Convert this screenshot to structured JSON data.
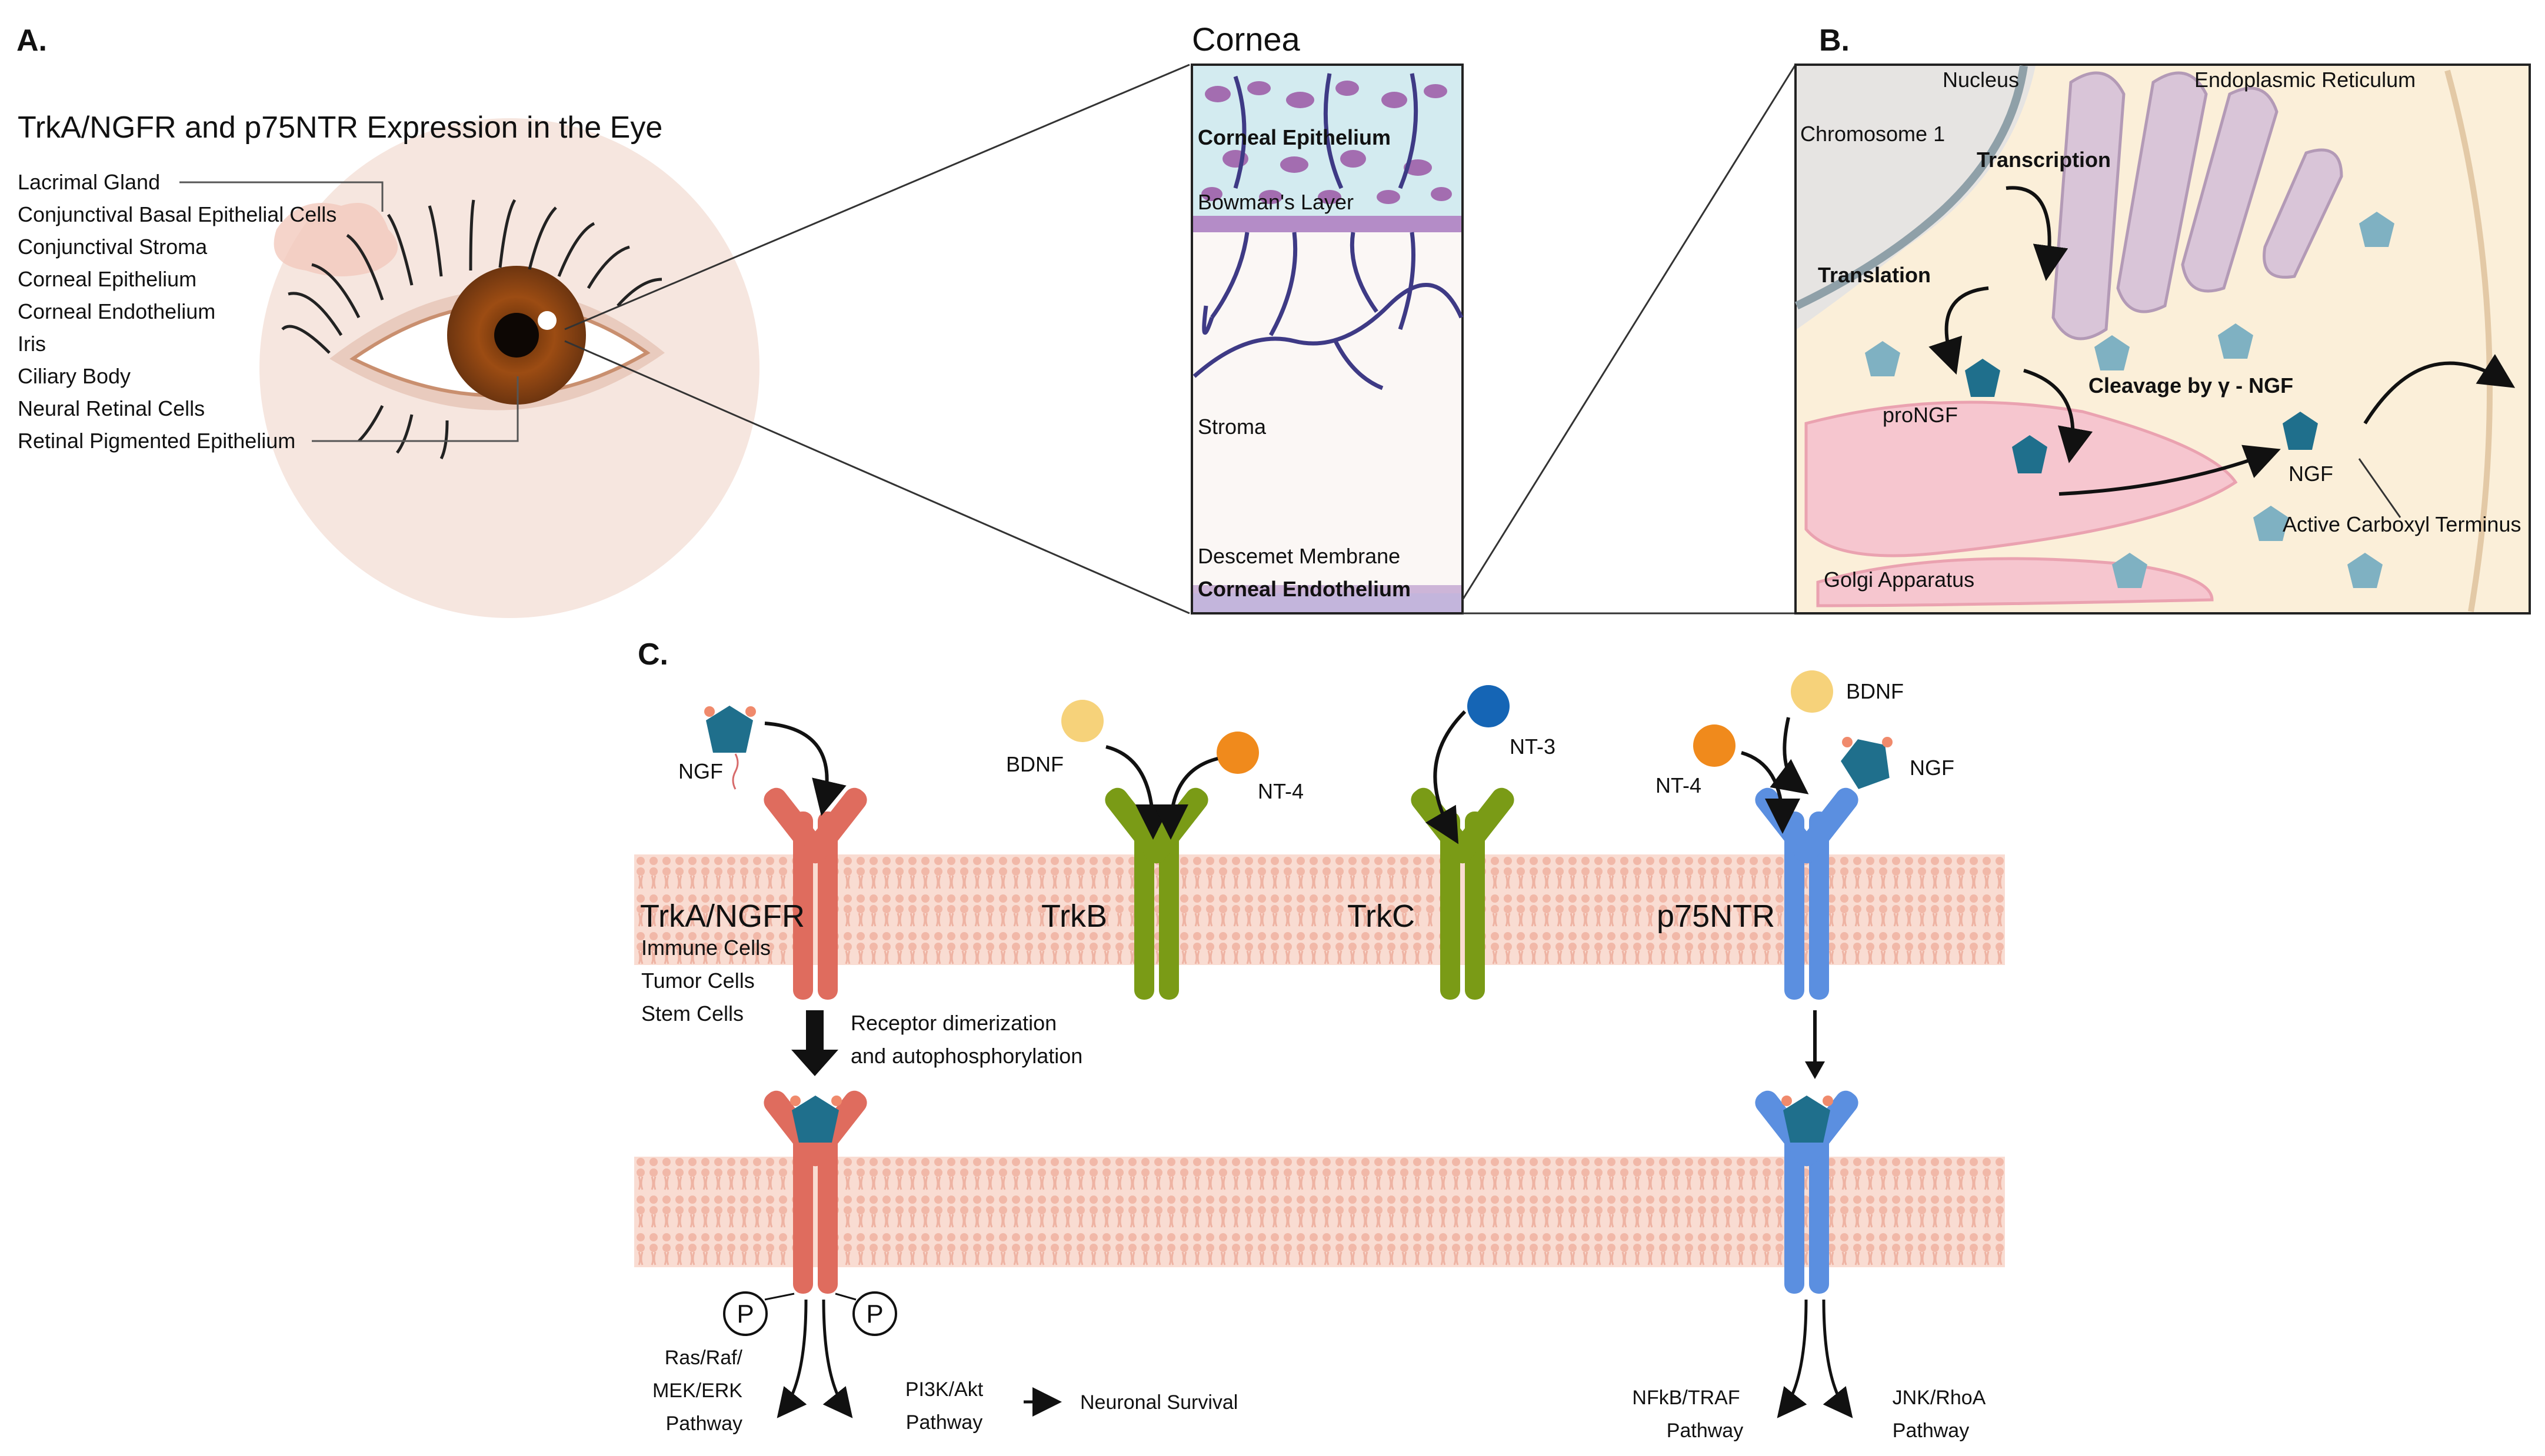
{
  "panel_a": {
    "letter": "A.",
    "title": "TrkA/NGFR and p75NTR Expression in the Eye",
    "tissues": [
      "Lacrimal Gland",
      "Conjunctival Basal Epithelial Cells",
      "Conjunctival Stroma",
      "Corneal Epithelium",
      "Corneal Endothelium",
      "Iris",
      "Ciliary Body",
      "Neural Retinal Cells",
      "Retinal Pigmented Epithelium"
    ]
  },
  "cornea": {
    "title": "Cornea",
    "layers": {
      "epithelium": "Corneal Epithelium",
      "bowman": "Bowman's Layer",
      "stroma": "Stroma",
      "descemet": "Descemet Membrane",
      "endothelium": "Corneal Endothelium"
    }
  },
  "panel_b": {
    "letter": "B.",
    "labels": {
      "nucleus": "Nucleus",
      "er": "Endoplasmic Reticulum",
      "chromosome": "Chromosome 1",
      "transcription": "Transcription",
      "translation": "Translation",
      "cleavage": "Cleavage by γ - NGF",
      "prongf": "proNGF",
      "ngf": "NGF",
      "active": "Active Carboxyl Terminus",
      "golgi": "Golgi Apparatus"
    }
  },
  "panel_c": {
    "letter": "C.",
    "ligands": {
      "ngf": "NGF",
      "bdnf": "BDNF",
      "nt4": "NT-4",
      "nt3": "NT-3"
    },
    "receptors": {
      "trka": "TrkA/NGFR",
      "trkb": "TrkB",
      "trkc": "TrkC",
      "p75": "p75NTR"
    },
    "cells": [
      "Immune Cells",
      "Tumor Cells",
      "Stem Cells"
    ],
    "dimerization": [
      "Receptor dimerization",
      "and autophosphorylation"
    ],
    "phospho": "P",
    "pathways": {
      "ras": [
        "Ras/Raf/",
        "MEK/ERK",
        "Pathway"
      ],
      "pi3k": [
        "PI3K/Akt",
        "Pathway"
      ],
      "survival": "Neuronal Survival",
      "nfkb": [
        "NFkB/TRAF",
        "Pathway"
      ],
      "jnk": [
        "JNK/RhoA",
        "Pathway"
      ]
    }
  },
  "colors": {
    "trka": "#df6c5e",
    "trk_green": "#7a9b16",
    "p75": "#5b8fe0",
    "ngf_teal": "#1f6f8c",
    "bdnf": "#f6d27a",
    "nt4": "#f08a1c",
    "nt3": "#1565b5",
    "membrane": "#f7d2c6"
  }
}
